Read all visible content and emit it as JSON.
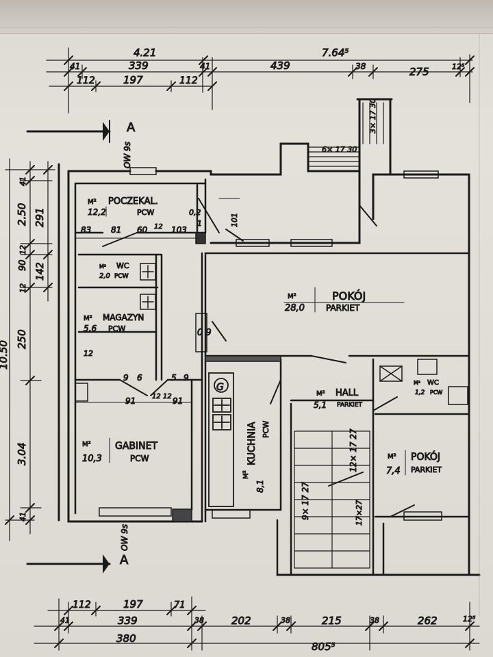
{
  "rooms": [
    {
      "id": "poczekalnia",
      "m2": "M²",
      "name": "POCZEKAL.",
      "area": "12,2",
      "floor": "PCW"
    },
    {
      "id": "wc-left",
      "m2": "M²",
      "name": "WC",
      "area": "2,0",
      "floor": "PCW"
    },
    {
      "id": "magazyn",
      "m2": "M²",
      "name": "MAGAZYN",
      "area": "5,6",
      "floor": "PCW"
    },
    {
      "id": "gabinet",
      "m2": "M²",
      "name": "GABINET",
      "area": "10,3",
      "floor": "PCW"
    },
    {
      "id": "pokoj-large",
      "m2": "M²",
      "name": "POKÓJ",
      "area": "28,0",
      "floor": "PARKIET"
    },
    {
      "id": "kuchnia",
      "m2": "M²",
      "name": "KUCHNIA",
      "area": "8,1",
      "floor": "PCW"
    },
    {
      "id": "hall",
      "m2": "M²",
      "name": "HALL",
      "area": "5,1",
      "floor": "PARKIET"
    },
    {
      "id": "wc-right",
      "m2": "M²",
      "name": "WC",
      "area": "1,2",
      "floor": "PCW"
    },
    {
      "id": "pokoj-small",
      "m2": "M²",
      "name": "POKÓJ",
      "area": "7,4",
      "floor": "PARKIET"
    }
  ],
  "section": {
    "marker": "A",
    "label_top": "OW 9s",
    "label_bottom": "OW 9s"
  },
  "top_dims": {
    "row1": [
      "4.21",
      "7.64⁵"
    ],
    "row2": [
      "41",
      "339",
      "41",
      "439",
      "38",
      "275",
      "12⁵"
    ],
    "row3": [
      "112",
      "197",
      "112"
    ]
  },
  "bottom_dims": {
    "row1": [
      "112",
      "197",
      "71"
    ],
    "row2": [
      "41",
      "339",
      "38",
      "202",
      "38",
      "215",
      "38",
      "262",
      "12⁵"
    ],
    "row3": [
      "380",
      "805⁵"
    ]
  },
  "left_dims": [
    "41",
    "2.50",
    "291",
    "12",
    "90",
    "12",
    "142",
    "250",
    "3.04",
    "41",
    "10.50"
  ],
  "interior_dims": [
    "83",
    "81",
    "60",
    "12",
    "103",
    "0,2",
    "1",
    "101",
    "12",
    "9",
    "6",
    "5",
    "9",
    "91",
    "12",
    "12",
    "91"
  ],
  "stairs": {
    "upper": "6× 17 30",
    "upper_right": "3× 17 30",
    "left": "9× 17 27",
    "right": "12× 17 27",
    "mid": "17×27"
  },
  "misc": {
    "chimney": "0 9",
    "stove": "G"
  }
}
